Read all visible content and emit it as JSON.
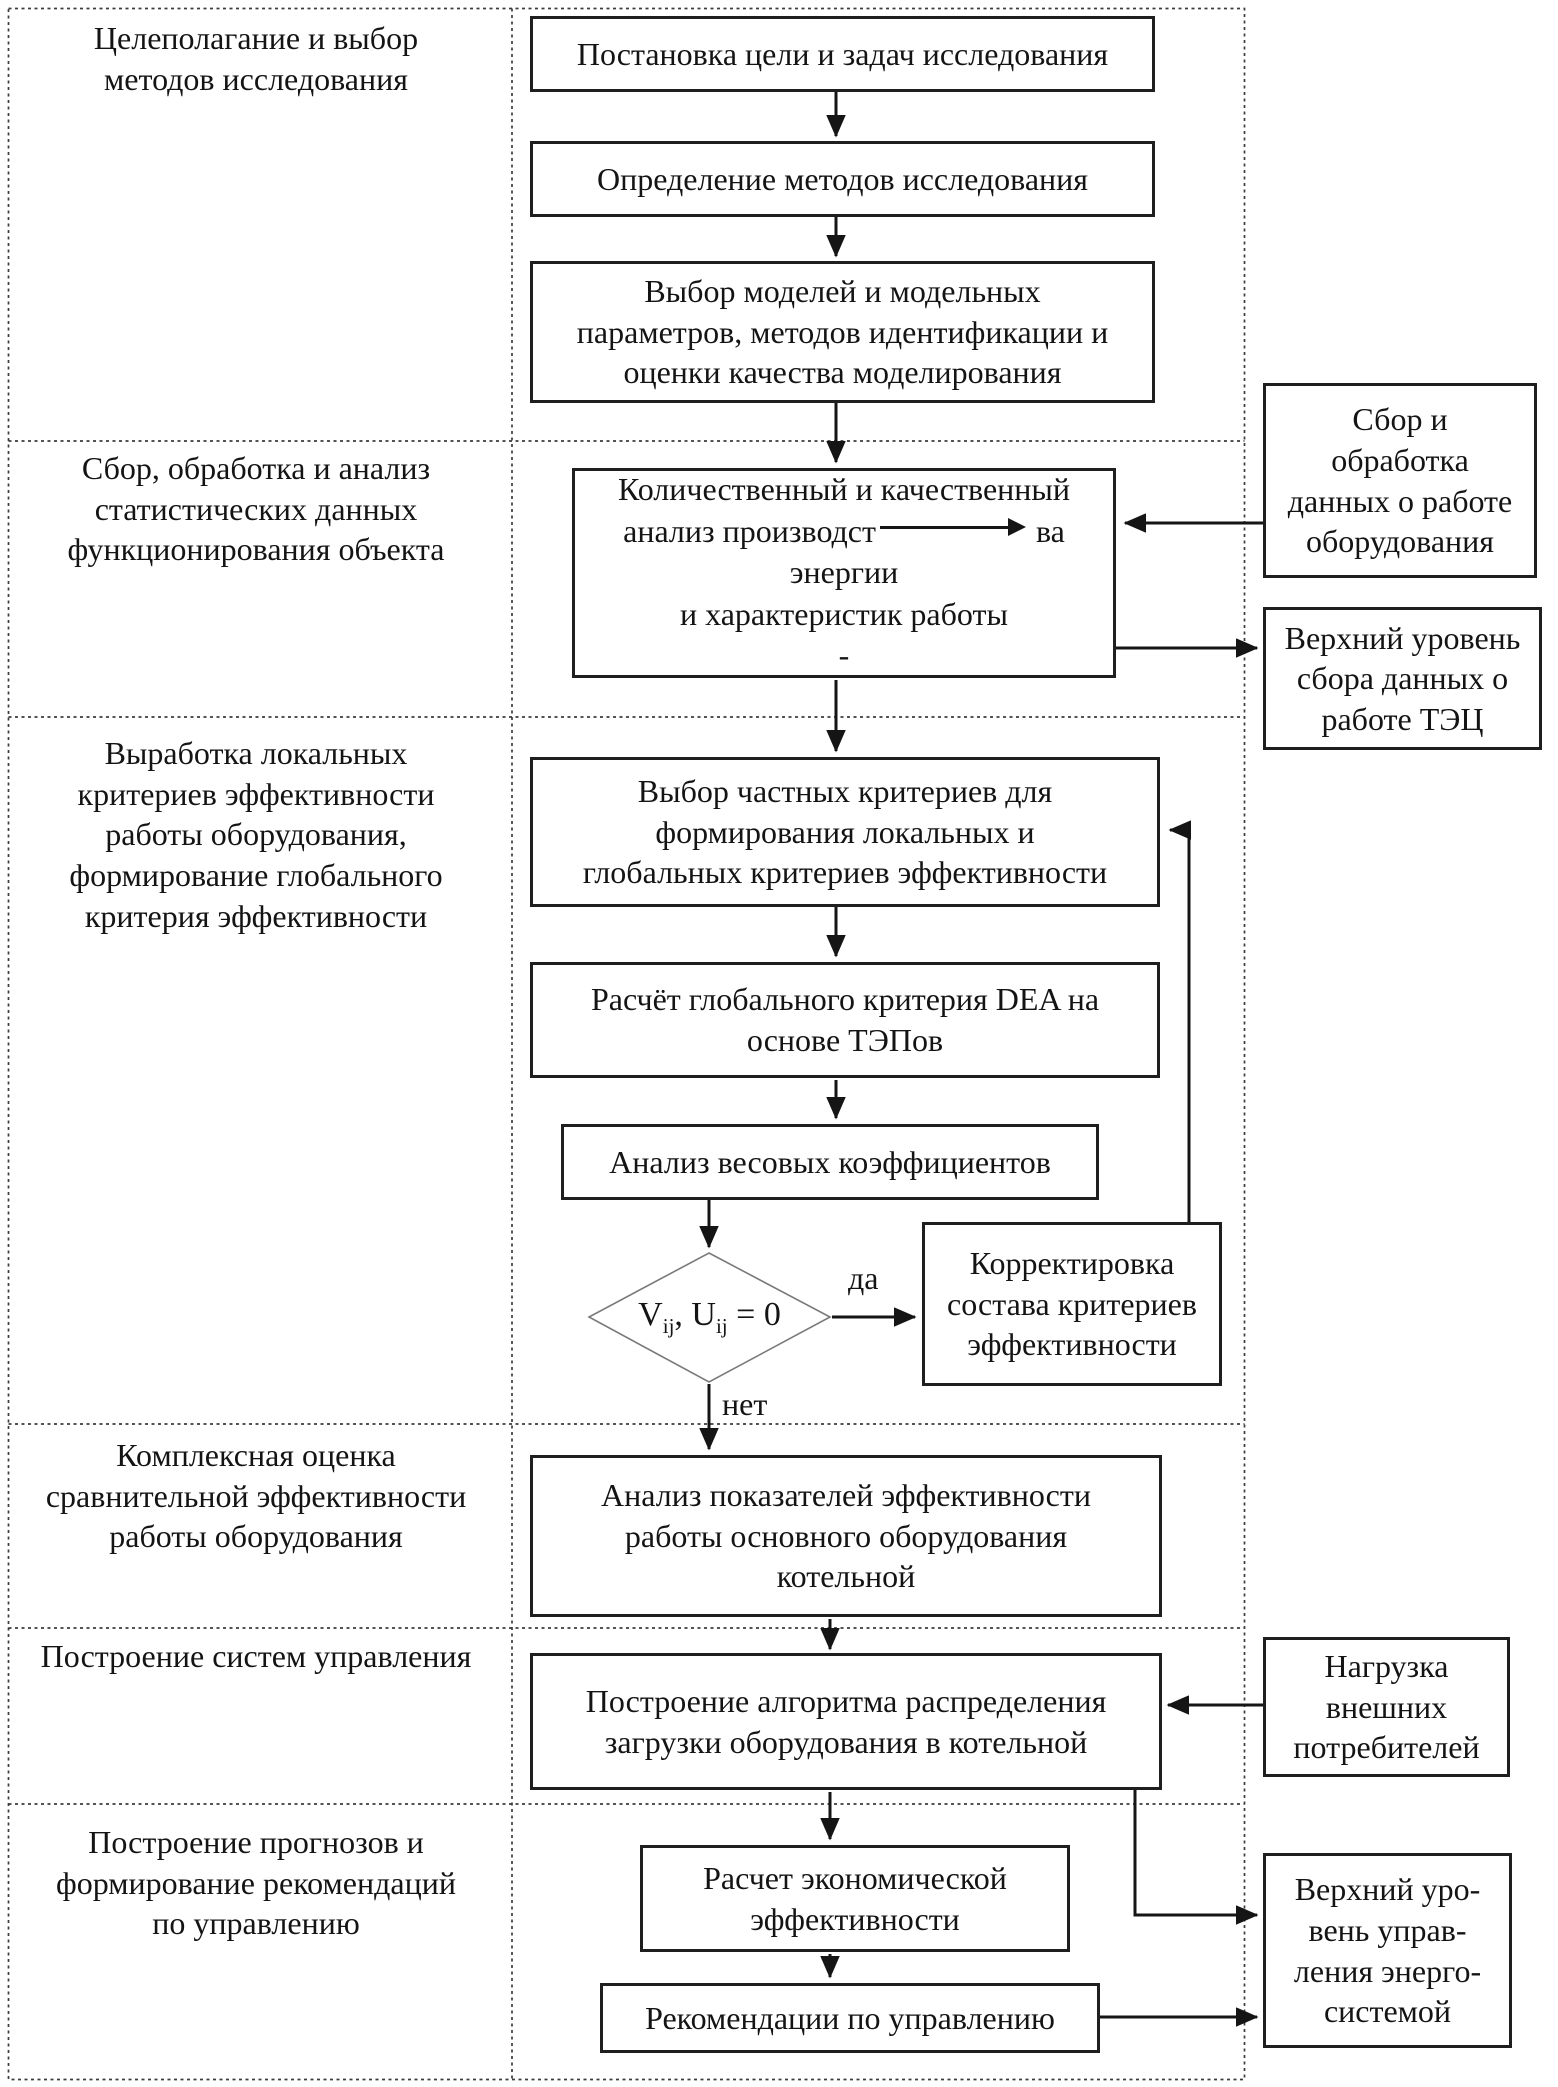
{
  "sections": [
    {
      "label": "Целеполагание и выбор\nметодов исследования"
    },
    {
      "label": "Сбор, обработка и анализ\nстатистических данных\nфункционирования объекта"
    },
    {
      "label": "Выработка локальных\nкритериев эффективности\nработы оборудования,\nформирование глобального\nкритерия эффективности"
    },
    {
      "label": "Комплексная оценка\nсравнительной эффективности\nработы оборудования"
    },
    {
      "label": "Построение систем управления"
    },
    {
      "label": "Построение прогнозов и\nформирование рекомендаций\nпо управлению"
    }
  ],
  "process": {
    "goal": "Постановка цели и задач исследования",
    "methods": "Определение методов исследования",
    "models": "Выбор моделей и модельных\nпараметров, методов идентификации и\nоценки качества моделирования",
    "analysis": {
      "line1": "Количественный и качественный",
      "line2_left": "анализ производст",
      "line2_right": "ва",
      "line3": "энергии",
      "line4": "и характеристик работы",
      "line5": "-"
    },
    "criteria": "Выбор частных критериев для\nформирования локальных и\nглобальных критериев эффективности",
    "dea": "Расчёт глобального критерия DEA на\nоснове ТЭПов",
    "weights": "Анализ весовых коэффициентов",
    "decision": {
      "v": "V",
      "v_sub": "ij",
      "comma_u": ", U",
      "u_sub": "ij",
      "eq": " = 0"
    },
    "yes": "да",
    "no": "нет",
    "correction": "Корректировка\nсостава критериев\nэффективности",
    "indicators": "Анализ показателей эффективности\nработы основного оборудования\nкотельной",
    "algorithm": "Построение алгоритма распределения\nзагрузки оборудования в котельной",
    "economic": "Расчет экономической\nэффективности",
    "recommendations": "Рекомендации по управлению"
  },
  "external": {
    "collect": "Сбор и\nобработка\nданных о работе\nоборудования",
    "upper_tec": "Верхний уровень\nсбора данных о\nработе ТЭЦ",
    "load": "Нагрузка\nвнешних\nпотребителей",
    "upper_energy": "Верхний уро-\nвень управ-\nления энерго-\nсистемой"
  },
  "colors": {
    "line": "#151515",
    "dash": "#3c3c3c",
    "box_border": "#1f1f1f"
  }
}
